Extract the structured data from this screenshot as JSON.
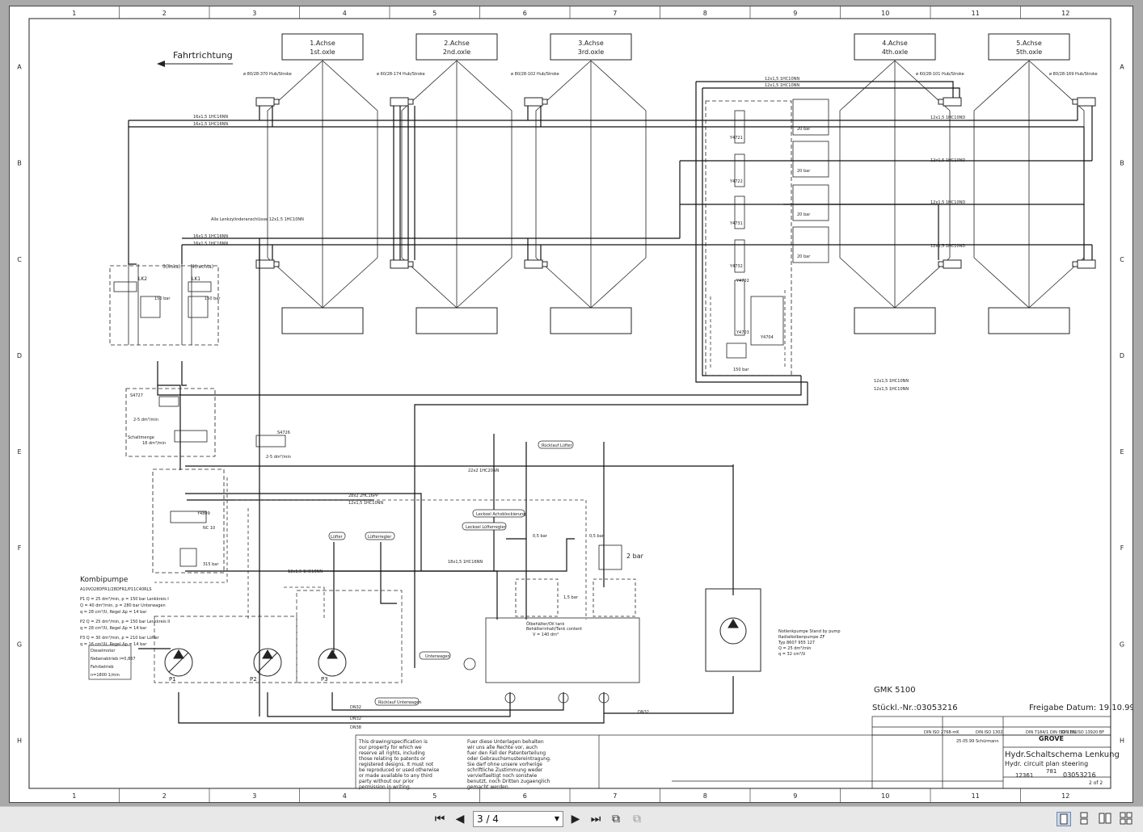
{
  "document": {
    "grid_columns": [
      "1",
      "2",
      "3",
      "4",
      "5",
      "6",
      "7",
      "8",
      "9",
      "10",
      "11",
      "12"
    ],
    "grid_rows": [
      "A",
      "B",
      "C",
      "D",
      "E",
      "F",
      "G",
      "H"
    ],
    "direction_label": "Fahrtrichtung",
    "axles": [
      {
        "line1": "1.Achse",
        "line2": "1st.oxle",
        "cyl": "ø 80/28-370 Hub/Stroke"
      },
      {
        "line1": "2.Achse",
        "line2": "2nd.oxle",
        "cyl": "ø 60/28-174 Hub/Stroke"
      },
      {
        "line1": "3.Achse",
        "line2": "3rd.oxle",
        "cyl": "ø 80/28-102 Hub/Stroke"
      },
      {
        "line1": "4.Achse",
        "line2": "4th.oxle",
        "cyl": "ø 60/28-101 Hub/Stroke"
      },
      {
        "line1": "5.Achse",
        "line2": "5th.oxle",
        "cyl": "ø 80/28-169 Hub/Stroke"
      }
    ],
    "pipe_labels": {
      "p16_1": "16x1,5 1HC16NN",
      "p16_2": "16x1,5 1HC16NN",
      "p12_top1": "12x1,5 1HC10NN",
      "p12_top2": "12x1,5 1HC10NN",
      "p12": "12x1,5 1HC10ND",
      "all_conn": "Alle Lenkzylinderanschlüsse 12x1,5 1HC10NN",
      "p22": "22x2 1HC20NN",
      "p28": "28x2 2HC16PP",
      "p12b": "12x1,5 1HC10NN",
      "p18": "18x1,5 1HC16NN",
      "p12c": "12x1,5 1HC10NN",
      "dn32": "DN32",
      "dn38": "DN38"
    },
    "valves": {
      "lk2": "LK2",
      "lk1": "LK1",
      "links": "3(links)",
      "rechts": "4(rechts)",
      "p150": "150 bar",
      "s4727": "S4727",
      "s4726": "S4726",
      "flow1": "2-5 dm³/min",
      "flow2": "2-5 dm³/min",
      "schalt": "Schaltmenge",
      "schalt_val": "18 dm³/min",
      "y4809": "Y4809",
      "nc10": "NC 10",
      "p315": "315 bar",
      "y4721": "Y4721",
      "y4722": "Y4722",
      "y4731": "Y4731",
      "y4732": "Y4732",
      "y4702": "Y4702",
      "y4703": "Y4703",
      "y4704": "Y4704",
      "bar20": "20 bar"
    },
    "tank": {
      "label1": "Ölbehälter/Oil tank",
      "label2": "Behälterinhalt/Tank content",
      "label3": "V = 140 dm³",
      "ruecklauf_lufter": "Rücklauf Lüfter",
      "leckoel_achs": "Leckoel Achsblockierung",
      "leckoel_lufter": "Leckoel Lüfterregler",
      "unterwagen": "Unterwagen",
      "ruecklauf_unterwagen": "Rücklauf Unterwagen",
      "lufter": "Lüfter",
      "luefterregler": "Lüfterregler",
      "p05a": "0,5 bar",
      "p05b": "0,5 bar",
      "p2bar": "2 bar",
      "p15": "1,5 bar"
    },
    "pump": {
      "title": "Kombipumpe",
      "model": "A10VO28DFR1/28DFR1/P11C40RLS",
      "spec_lines": [
        "P1  Q = 25 dm³/min, p = 150 bar Lenkkreis I",
        "     Q = 40 dm³/min, p = 280 bar Unterwagen",
        "     q = 28 cm³/U, Regel Δp = 14 bar",
        "P2  Q = 25 dm³/min, p = 150 bar Lenkkreis II",
        "     q = 28 cm³/U, Regel Δp = 14 bar",
        "P3  Q = 30 dm³/min, p = 210 bar Lüfter",
        "     q = 16 cm³/U, Regel Δp = 14 bar"
      ],
      "diesel": [
        "Dieselmotor",
        "Nebenabtrieb i=0,867",
        "Fahrbetrieb",
        "n=1800 1/min"
      ],
      "p1": "P1",
      "p2": "P2",
      "p3": "P3",
      "notpump": [
        "Notlenkpumpe Stand by pump",
        "Radialkolbenpumpe ZF",
        "Typ 8607 955 127",
        "Q = 25 dm³/min",
        "q = 32 cm³/U"
      ]
    },
    "titleblock": {
      "model": "GMK 5100",
      "stueckl": "Stückl.-Nr.:03053216",
      "freigabe": "Freigabe Datum: 19.10.99",
      "title_de": "Hydr.Schaltschema Lenkung",
      "title_en": "Hydr. circuit plan steering",
      "drawing_no": "03053216",
      "sheet": "2 of 2",
      "company": "GROVE",
      "std1": "DIN ISO 2768-mK",
      "std2": "DIN ISO 1302",
      "std3": "DIN 7184/1 DIN ISO 1101",
      "std4": "DIN EN ISO 13920 BF",
      "date": "25.05.99",
      "drawn_by": "Schürmann",
      "scale_no": "12361",
      "num_781": "781"
    },
    "disclaimer_en": [
      "This drawing/specification is",
      "our property for which we",
      "reserve all rights, including",
      "those relating to patents or",
      "registered designs. It must not",
      "be reproduced or used otherwise",
      "or made available to any third",
      "party without our prior",
      "permission in writing."
    ],
    "disclaimer_de": [
      "Fuer diese Unterlagen behalten",
      "wir uns alle Rechte vor, auch",
      "fuer den Fall der Patenterteilung",
      "oder Gebrauchsmustereintragung.",
      "Sie darf ohne unsere vorherige",
      "schriftliche Zustimmung weder",
      "vervielfaeltigt noch sonstwie",
      "benutzt, noch Dritten zugaenglich",
      "gemacht werden."
    ]
  },
  "viewer": {
    "page_value": "3 / 4"
  }
}
